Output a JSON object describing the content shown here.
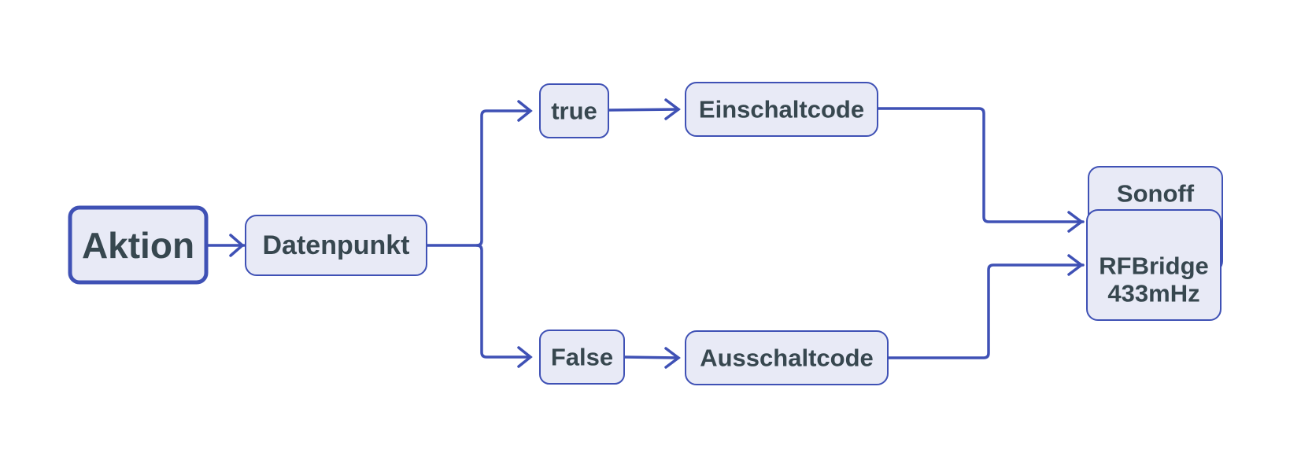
{
  "nodes": {
    "aktion": {
      "label": "Aktion"
    },
    "datenpunkt": {
      "label": "Datenpunkt"
    },
    "true": {
      "label": "true"
    },
    "false": {
      "label": "False"
    },
    "einschaltcode": {
      "label": "Einschaltcode"
    },
    "ausschaltcode": {
      "label": "Ausschaltcode"
    },
    "sonoff": {
      "label": "Sonoff"
    },
    "rfbridge": {
      "label_line1": "RFBridge",
      "label_line2": "433mHz"
    }
  },
  "edges": [
    {
      "from": "aktion",
      "to": "datenpunkt"
    },
    {
      "from": "datenpunkt",
      "to": "true"
    },
    {
      "from": "datenpunkt",
      "to": "false"
    },
    {
      "from": "true",
      "to": "einschaltcode"
    },
    {
      "from": "false",
      "to": "ausschaltcode"
    },
    {
      "from": "einschaltcode",
      "to": "sonoff"
    },
    {
      "from": "ausschaltcode",
      "to": "rfbridge"
    }
  ],
  "colors": {
    "node_fill": "#e8eaf6",
    "node_stroke": "#3f51b5",
    "edge": "#3f51b5",
    "text": "#37474f"
  }
}
